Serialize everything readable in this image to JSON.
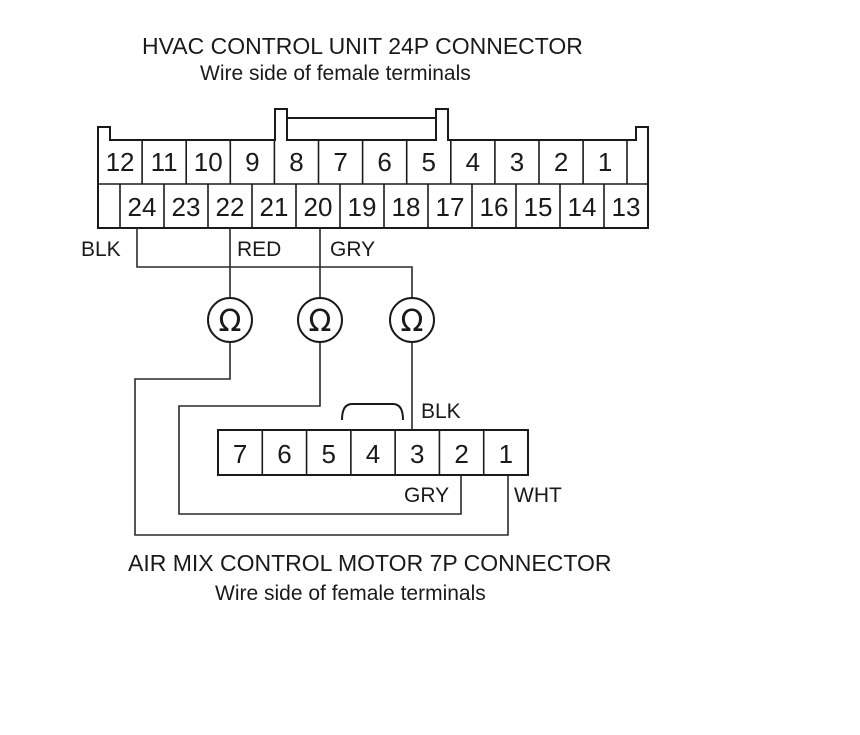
{
  "hvac_connector": {
    "title": "HVAC CONTROL UNIT 24P CONNECTOR",
    "subtitle": "Wire side of female terminals",
    "top_row": [
      "12",
      "11",
      "10",
      "9",
      "8",
      "7",
      "6",
      "5",
      "4",
      "3",
      "2",
      "1"
    ],
    "bottom_row": [
      "",
      "24",
      "23",
      "22",
      "21",
      "20",
      "19",
      "18",
      "17",
      "16",
      "15",
      "14",
      "13"
    ]
  },
  "motor_connector": {
    "title": "AIR MIX CONTROL MOTOR 7P CONNECTOR",
    "subtitle": "Wire side of female terminals",
    "pins": [
      "7",
      "6",
      "5",
      "4",
      "3",
      "2",
      "1"
    ]
  },
  "wire_labels": {
    "hvac_24": "BLK",
    "hvac_22": "RED",
    "hvac_20": "GRY",
    "motor_3": "BLK",
    "motor_2": "GRY",
    "motor_1": "WHT"
  },
  "meters": [
    {
      "symbol": "Ω"
    },
    {
      "symbol": "Ω"
    },
    {
      "symbol": "Ω"
    }
  ]
}
